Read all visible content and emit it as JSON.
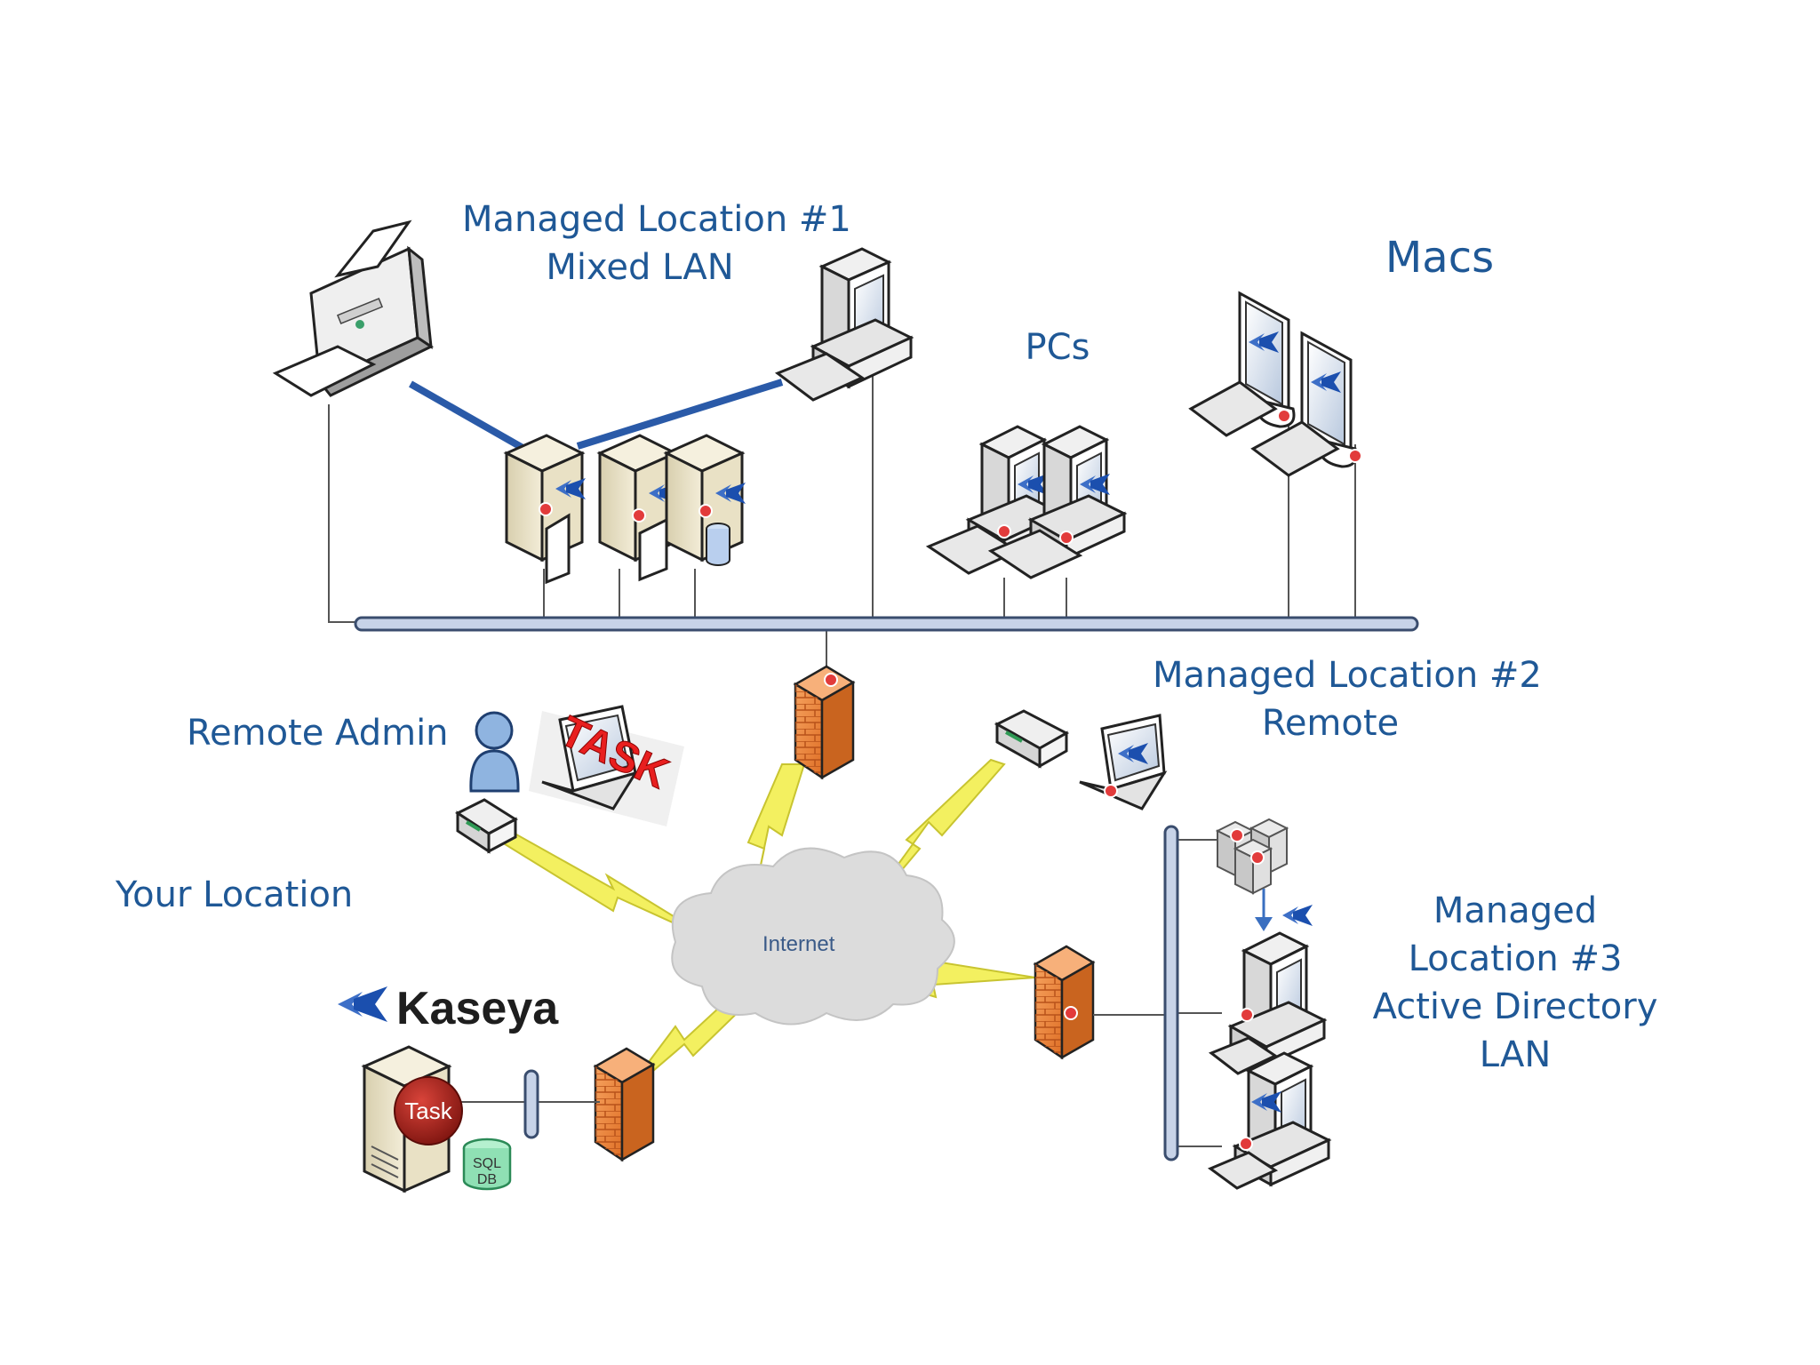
{
  "labels": {
    "location1": {
      "line1": "Managed Location #1",
      "line2": "Mixed LAN"
    },
    "macs": "Macs",
    "pcs": "PCs",
    "location2": {
      "line1": "Managed Location #2",
      "line2": "Remote"
    },
    "remote_admin": "Remote Admin",
    "your_location": "Your Location",
    "location3": {
      "line1": "Managed",
      "line2": "Location #3",
      "line3": "Active Directory",
      "line4": "LAN"
    }
  },
  "nodes": {
    "internet": "Internet",
    "task_sticker": "TASK",
    "task_badge": "Task",
    "sql_db": {
      "line1": "SQL",
      "line2": "DB"
    },
    "kaseya_logo_text": "Kaseya"
  },
  "colors": {
    "label_text": "#1f5896",
    "lan_backbone": "#2a5aa8",
    "firewall": "#e8823a",
    "lightning": "#f3f060",
    "agent_dot": "#e23b3b",
    "task_badge": "#a5231b",
    "sql_db": "#8fe0b4"
  }
}
